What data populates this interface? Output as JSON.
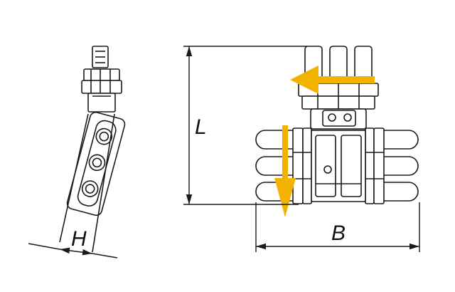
{
  "dimensions": {
    "side_width_label": "H",
    "height_label": "L",
    "width_label": "B"
  },
  "colors": {
    "line": "#1a1a1a",
    "arrow": "#f2b300",
    "background": "#ffffff"
  }
}
